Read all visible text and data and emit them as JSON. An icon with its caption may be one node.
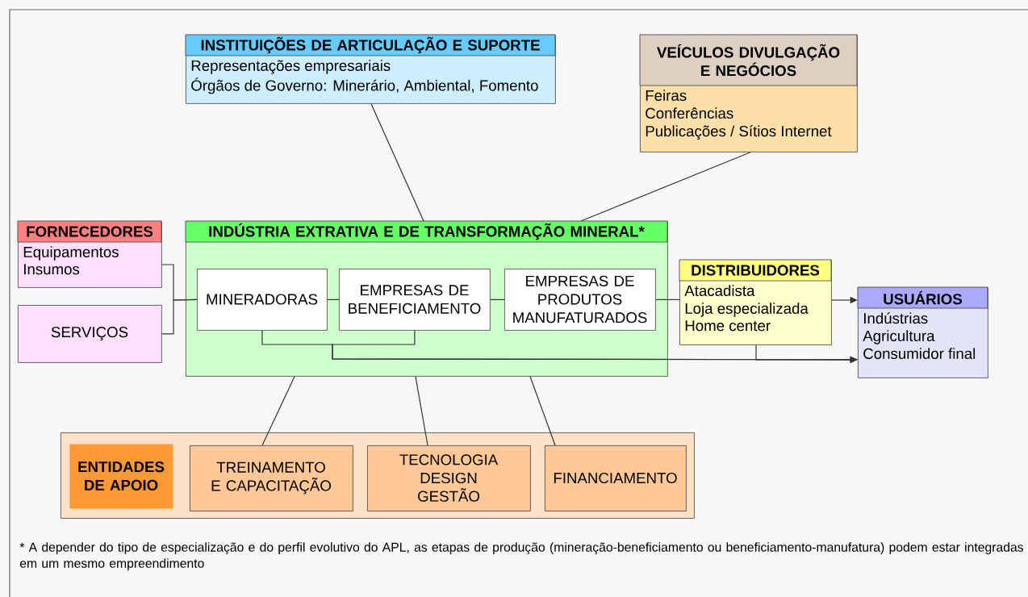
{
  "diagram": {
    "nodes": [
      {
        "text": [
          "INSTITUIÇÕES DE ARTICULAÇÃO E SUPORTE",
          "Representações empresariais",
          "Órgãos de Governo: Minerário, Ambiental, Fomento"
        ]
      },
      {
        "text": [
          "VEÍCULOS DIVULGAÇÃO E NEGÓCIOS",
          "Feiras",
          "Conferências",
          "Publicações / Sítios Internet"
        ]
      },
      {
        "text": [
          "FORNECEDORES",
          "Equipamentos",
          "Insumos"
        ]
      },
      {
        "text": [
          "SERVIÇOS"
        ]
      },
      {
        "text": [
          "INDÚSTRIA EXTRATIVA E DE TRANSFORMAÇÃO MINERAL*"
        ]
      },
      {
        "text": [
          "MINERADORAS"
        ],
        "in": 4
      },
      {
        "text": [
          "EMPRESAS DE BENEFICIAMENTO"
        ],
        "in": 4
      },
      {
        "text": [
          "EMPRESAS DE PRODUTOS MANUFATURADOS"
        ],
        "in": 4
      },
      {
        "text": [
          "DISTRIBUIDORES",
          "Atacadista",
          "Loja especializada",
          "Home center"
        ]
      },
      {
        "text": [
          "USUÁRIOS",
          "Indústrias",
          "Agricultura",
          "Consumidor final"
        ]
      },
      {
        "text": [],
        "shape": "box"
      },
      {
        "text": [
          "ENTIDADES DE APOIO"
        ],
        "in": 10
      },
      {
        "text": [
          "TREINAMENTO E CAPACITAÇÃO"
        ],
        "in": 10
      },
      {
        "text": [
          "TECNOLOGIA DESIGN GESTÃO"
        ],
        "in": 10
      },
      {
        "text": [
          "FINANCIAMENTO"
        ],
        "in": 10
      }
    ],
    "edges": [
      {
        "from": 0,
        "to": 4,
        "arrow": "none"
      },
      {
        "from": 1,
        "to": 4,
        "arrow": "none"
      },
      {
        "from": 2,
        "to": 5,
        "arrow": "none"
      },
      {
        "from": 3,
        "to": 5,
        "arrow": "none"
      },
      {
        "from": 5,
        "to": 6,
        "arrow": "none"
      },
      {
        "from": 6,
        "to": 7,
        "arrow": "none"
      },
      {
        "from": 7,
        "to": 8,
        "arrow": "none"
      },
      {
        "from": 8,
        "to": 9,
        "arrow": "to"
      },
      {
        "from": 5,
        "to": 9,
        "arrow": "to"
      },
      {
        "from": 6,
        "to": 9,
        "arrow": "to"
      },
      {
        "from": 8,
        "to": 9,
        "arrow": "to"
      },
      {
        "from": 4,
        "to": 12,
        "arrow": "none"
      },
      {
        "from": 4,
        "to": 13,
        "arrow": "none"
      },
      {
        "from": 4,
        "to": 14,
        "arrow": "none"
      }
    ],
    "labels": [
      "* A depender do tipo de especialização e do perfil evolutivo do APL, as etapas de produção (mineração-beneficiamento ou beneficiamento-manufatura) podem estar integradas em um mesmo empreendimento"
    ]
  }
}
